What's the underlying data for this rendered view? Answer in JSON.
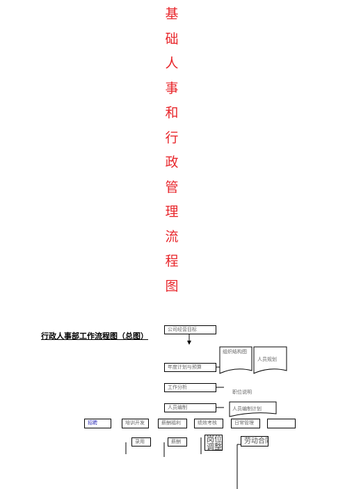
{
  "title_chars": [
    "基",
    "础",
    "人",
    "事",
    "和",
    "行",
    "政",
    "管",
    "理",
    "流",
    "程",
    "图"
  ],
  "heading": "行政人事部工作流程图（总图）",
  "flow": {
    "top_boxes": [
      "公司经营目标",
      "年度计划与预算",
      "工作分析",
      "人员编制"
    ],
    "org_chart_doc": "组织结构图",
    "org_chart_tag": "人员规划",
    "doc_tag_2": "职位说明",
    "doc_tag_3": "人员编制计划",
    "row_boxes": [
      "招聘",
      "培训开发",
      "薪酬福利",
      "绩效考核",
      "日常管理",
      ""
    ],
    "sub_boxes": [
      "录用",
      "薪酬",
      "岗位调整",
      "劳动合同"
    ]
  },
  "colors": {
    "title": "#e8262b",
    "text": "#000000",
    "faint": "#666666",
    "link": "#2a2ab5"
  }
}
